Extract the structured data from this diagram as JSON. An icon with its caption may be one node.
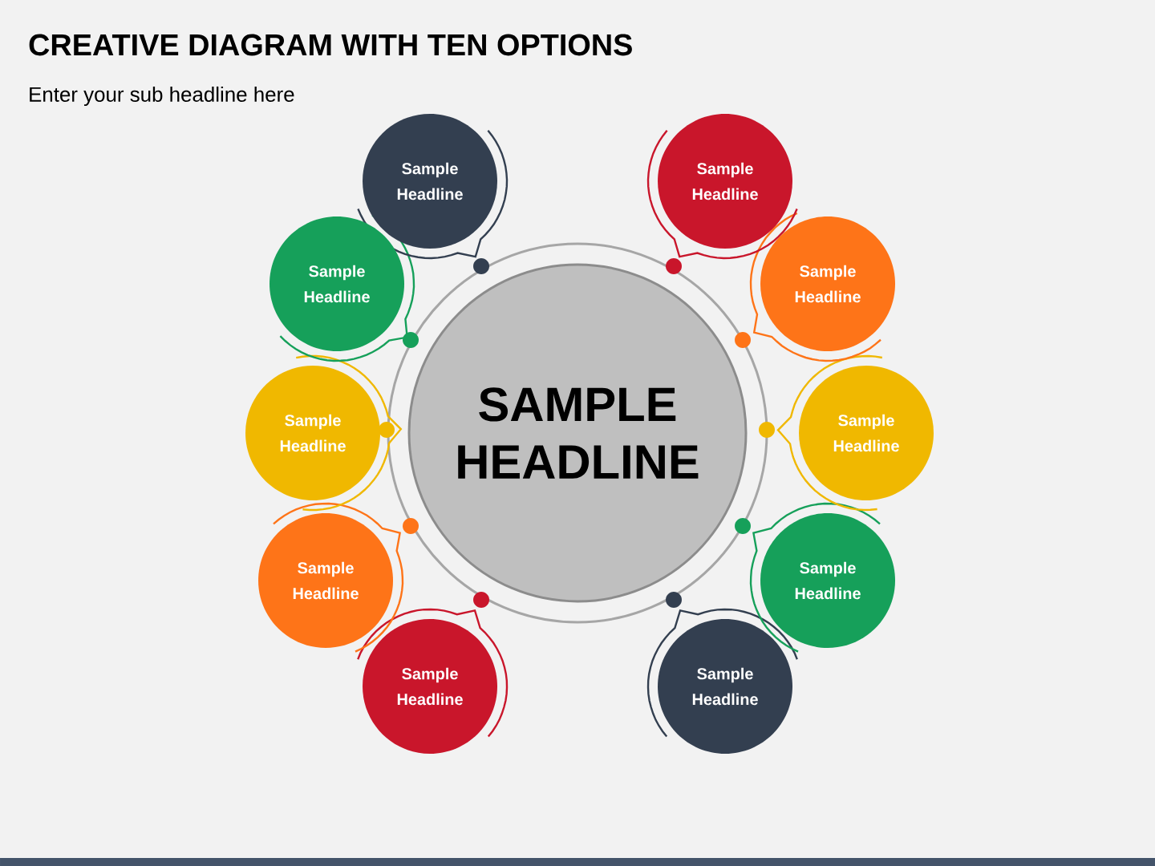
{
  "diagram": {
    "title": "CREATIVE DIAGRAM WITH TEN OPTIONS",
    "nodes": [
      {
        "text": [
          "SAMPLE HEADLINE"
        ]
      },
      {
        "text": [
          "Sample Headline"
        ]
      },
      {
        "text": [
          "Sample Headline"
        ]
      },
      {
        "text": [
          "Sample Headline"
        ]
      },
      {
        "text": [
          "Sample Headline"
        ]
      },
      {
        "text": [
          "Sample Headline"
        ]
      },
      {
        "text": [
          "Sample Headline"
        ]
      },
      {
        "text": [
          "Sample Headline"
        ]
      },
      {
        "text": [
          "Sample Headline"
        ]
      },
      {
        "text": [
          "Sample Headline"
        ]
      },
      {
        "text": [
          "Sample Headline"
        ]
      }
    ],
    "labels": [
      "Enter your sub headline here"
    ]
  }
}
